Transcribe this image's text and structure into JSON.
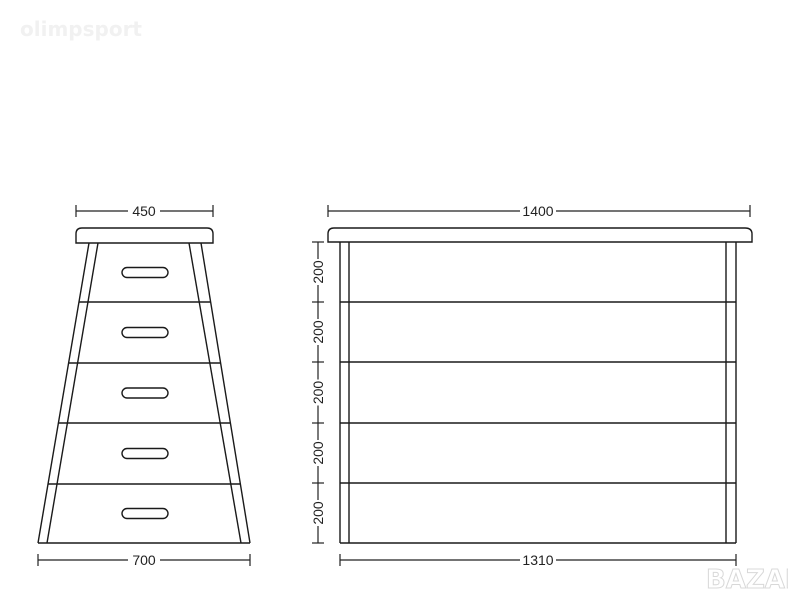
{
  "watermark": {
    "text": "olimpsport"
  },
  "logo": {
    "text": "BAZAR"
  },
  "side_view": {
    "top_width": "450",
    "bottom_width": "700"
  },
  "front_view": {
    "top_width": "1400",
    "bottom_width": "1310",
    "section_heights": [
      "200",
      "200",
      "200",
      "200",
      "200"
    ]
  }
}
